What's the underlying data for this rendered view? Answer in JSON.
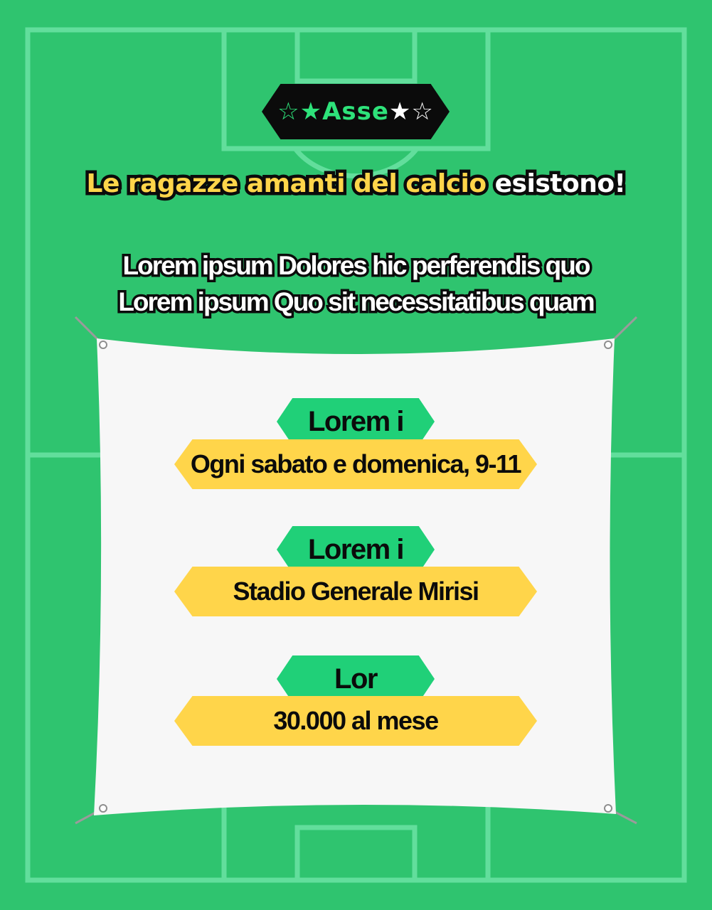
{
  "badge": {
    "star_left": "☆★",
    "label": "Asse",
    "star_right": "★☆"
  },
  "headline": {
    "part_yellow": "Le ragazze amanti del calcio ",
    "part_white": "esistono!"
  },
  "subtitle": {
    "line1": "Lorem ipsum Dolores hic perferendis quo",
    "line2": "Lorem ipsum Quo sit necessitatibus quam"
  },
  "info": [
    {
      "tag": "Lorem i",
      "value": "Ogni sabato e domenica, 9-11"
    },
    {
      "tag": "Lorem i",
      "value": "Stadio Generale Mirisi"
    },
    {
      "tag": "Lor",
      "value": "30.000 al mese"
    }
  ],
  "colors": {
    "field": "#2fc46f",
    "lines": "#5fe39a",
    "tag_green": "#20d078",
    "bar_yellow": "#ffd54a",
    "badge_black": "#0b0b0b"
  }
}
